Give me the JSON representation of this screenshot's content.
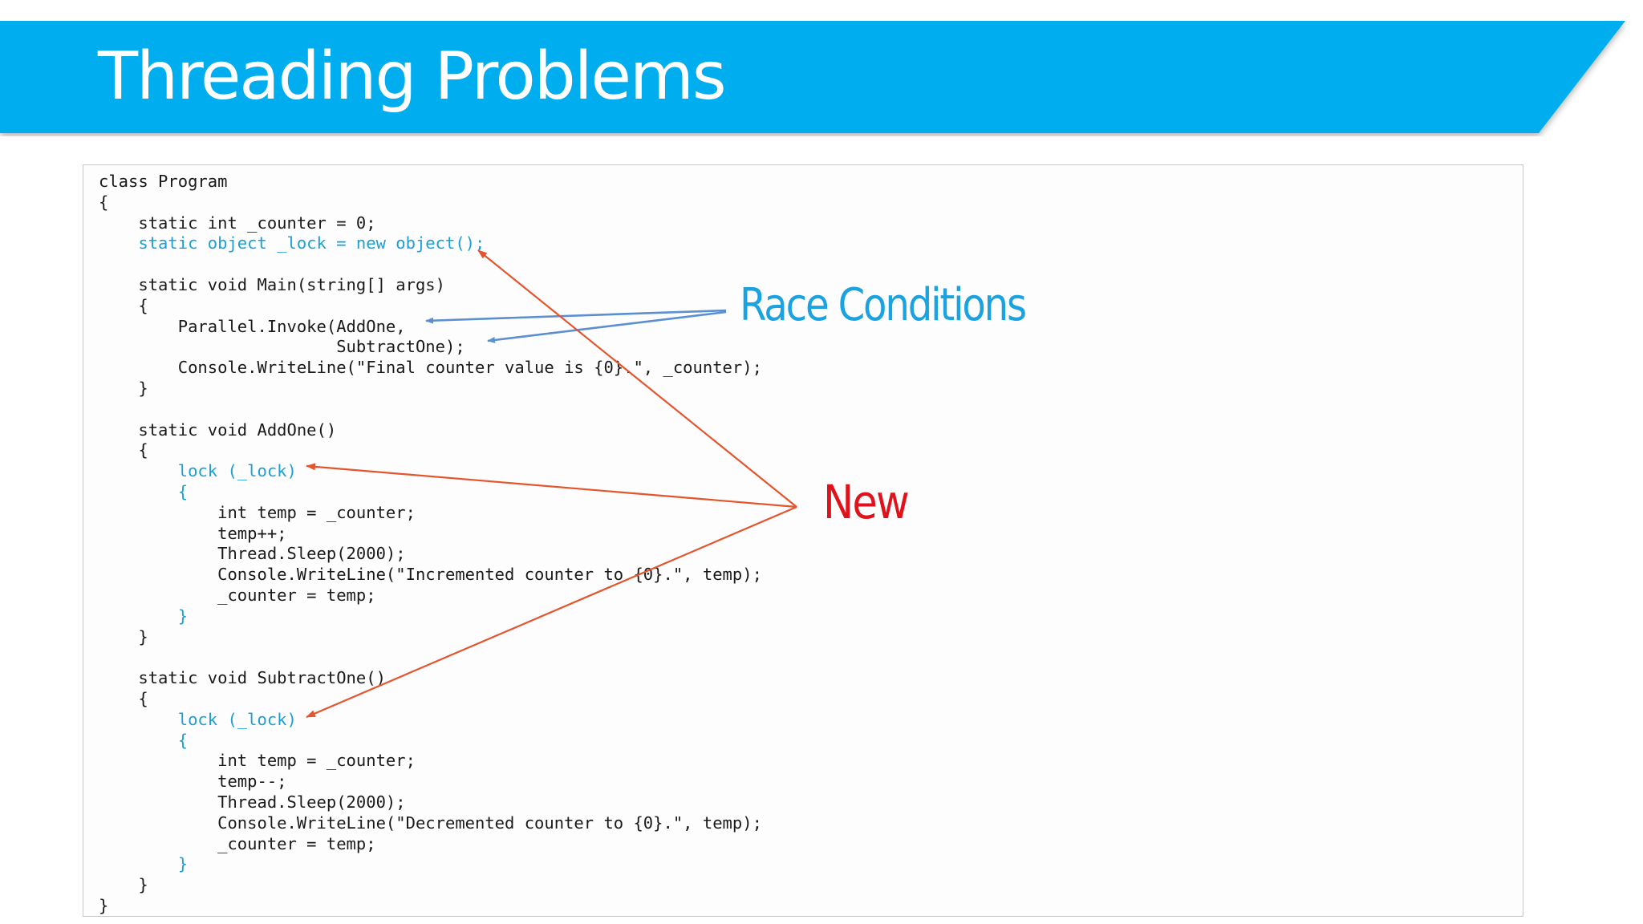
{
  "slide": {
    "title": "Threading Problems"
  },
  "code": {
    "lines": [
      {
        "text": "class Program",
        "highlight": false
      },
      {
        "text": "{",
        "highlight": false
      },
      {
        "text": "    static int _counter = 0;",
        "highlight": false
      },
      {
        "text": "    static object _lock = new object();",
        "highlight": true
      },
      {
        "text": "",
        "highlight": false
      },
      {
        "text": "    static void Main(string[] args)",
        "highlight": false
      },
      {
        "text": "    {",
        "highlight": false
      },
      {
        "text": "        Parallel.Invoke(AddOne,",
        "highlight": false
      },
      {
        "text": "                        SubtractOne);",
        "highlight": false
      },
      {
        "text": "        Console.WriteLine(\"Final counter value is {0}.\", _counter);",
        "highlight": false
      },
      {
        "text": "    }",
        "highlight": false
      },
      {
        "text": "",
        "highlight": false
      },
      {
        "text": "    static void AddOne()",
        "highlight": false
      },
      {
        "text": "    {",
        "highlight": false
      },
      {
        "text": "        lock (_lock)",
        "highlight": true
      },
      {
        "text": "        {",
        "highlight": true
      },
      {
        "text": "            int temp = _counter;",
        "highlight": false
      },
      {
        "text": "            temp++;",
        "highlight": false
      },
      {
        "text": "            Thread.Sleep(2000);",
        "highlight": false
      },
      {
        "text": "            Console.WriteLine(\"Incremented counter to {0}.\", temp);",
        "highlight": false
      },
      {
        "text": "            _counter = temp;",
        "highlight": false
      },
      {
        "text": "        }",
        "highlight": true
      },
      {
        "text": "    }",
        "highlight": false
      },
      {
        "text": "",
        "highlight": false
      },
      {
        "text": "    static void SubtractOne()",
        "highlight": false
      },
      {
        "text": "    {",
        "highlight": false
      },
      {
        "text": "        lock (_lock)",
        "highlight": true
      },
      {
        "text": "        {",
        "highlight": true
      },
      {
        "text": "            int temp = _counter;",
        "highlight": false
      },
      {
        "text": "            temp--;",
        "highlight": false
      },
      {
        "text": "            Thread.Sleep(2000);",
        "highlight": false
      },
      {
        "text": "            Console.WriteLine(\"Decremented counter to {0}.\", temp);",
        "highlight": false
      },
      {
        "text": "            _counter = temp;",
        "highlight": false
      },
      {
        "text": "        }",
        "highlight": true
      },
      {
        "text": "    }",
        "highlight": false
      },
      {
        "text": "}",
        "highlight": false
      }
    ]
  },
  "annotations": {
    "race_conditions": {
      "label": "Race Conditions",
      "color": "#1aa3e0",
      "arrow_color": "#5b8fd0"
    },
    "new": {
      "label": "New",
      "color": "#e0121b",
      "arrow_color": "#e4552e"
    }
  },
  "colors": {
    "title_bar": "#00aeef",
    "code_highlight": "#1c9fd6",
    "code_text": "#1a1a1a"
  }
}
